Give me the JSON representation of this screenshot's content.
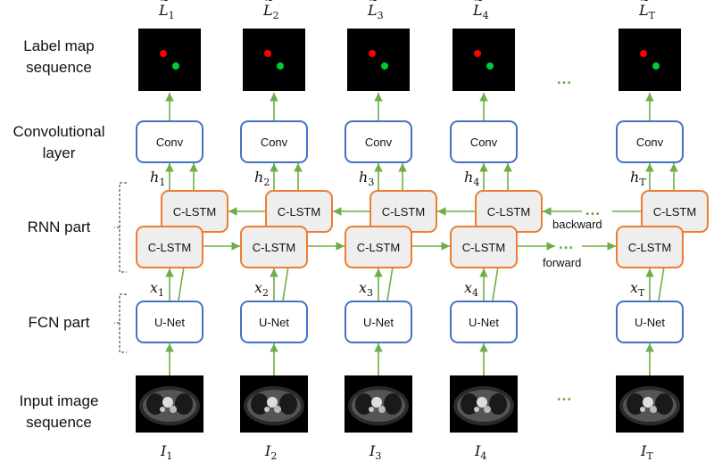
{
  "rows": {
    "label_map": "Label map sequence",
    "conv": "Convolutional layer",
    "rnn": "RNN part",
    "fcn": "FCN part",
    "input": "Input image sequence"
  },
  "nodes": {
    "conv": "Conv",
    "lstm": "C-LSTM",
    "unet": "U-Net"
  },
  "directions": {
    "backward": "backward",
    "forward": "forward"
  },
  "ellipsis": "…",
  "columns": [
    {
      "index": "1"
    },
    {
      "index": "2"
    },
    {
      "index": "3"
    },
    {
      "index": "4"
    },
    {
      "index": "T"
    }
  ],
  "symbols": {
    "label": "L",
    "hidden": "h",
    "feature": "x",
    "image": "I"
  },
  "colors": {
    "node_border": "#4472C4",
    "lstm_border": "#ED7D31",
    "arrow": "#70AD47",
    "dot_red": "#FF0000",
    "dot_green": "#00CC33"
  }
}
